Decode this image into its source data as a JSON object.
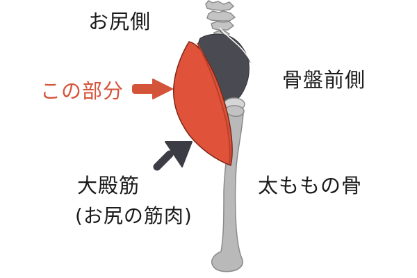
{
  "labels": {
    "buttocks": "お尻側",
    "pelvis_front": "骨盤前側",
    "highlight": "この部分",
    "muscle_name": "大殿筋",
    "muscle_note": "(お尻の筋肉)",
    "femur": "太ももの骨"
  },
  "colors": {
    "highlight_red": "#d4543a",
    "muscle_red": "#e0533a",
    "bone_gray": "#b9b9b9",
    "bone_outline": "#8a8a8a",
    "pelvis_dark": "#4a4b52",
    "arrow_dark": "#3c3d44",
    "text_dark": "#1a1a1a"
  },
  "icons": {
    "highlight_pointer": "arrow-right-icon",
    "muscle_pointer": "arrow-up-right-icon"
  }
}
